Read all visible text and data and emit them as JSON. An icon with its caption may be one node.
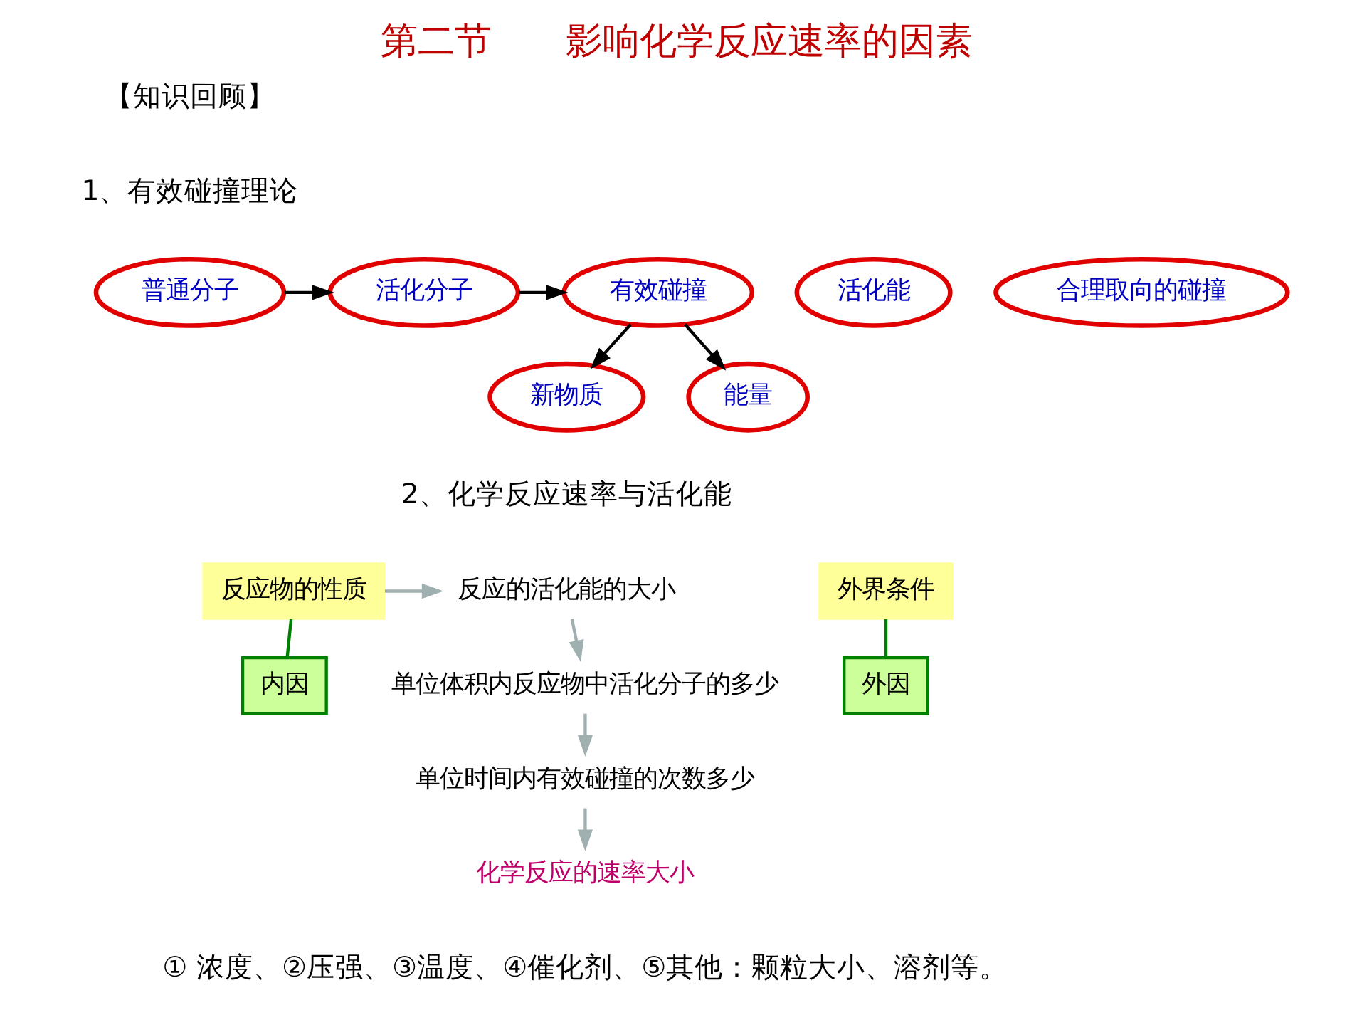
{
  "diagram": {
    "title": "第二节　　影响化学反应速率的因素",
    "nodes": [
      {
        "text": [
          "普通分子"
        ]
      },
      {
        "text": [
          "活化能"
        ]
      },
      {
        "text": [
          "活化分子"
        ]
      },
      {
        "text": [
          "合理取向的碰撞"
        ]
      },
      {
        "text": [
          "有效碰撞"
        ]
      },
      {
        "text": [
          "新物质"
        ]
      },
      {
        "text": [
          "能量"
        ]
      },
      {
        "text": [
          "反应的活化能的大小"
        ]
      },
      {
        "text": [
          "单位体积内反应物中活化分子的多少"
        ]
      },
      {
        "text": [
          "单位时间内有效碰撞的次数多少"
        ]
      },
      {
        "text": [
          "化学反应的速率大小"
        ]
      },
      {
        "text": [
          "反应物的性质"
        ]
      },
      {
        "text": [
          "内因"
        ]
      },
      {
        "text": [
          "外界条件"
        ]
      },
      {
        "text": [
          "外因"
        ]
      }
    ],
    "edges": [
      {
        "from": 0,
        "to": 2,
        "arrow": "to"
      },
      {
        "from": 2,
        "to": 4,
        "arrow": "to"
      },
      {
        "from": 4,
        "to": 5,
        "arrow": "to"
      },
      {
        "from": 4,
        "to": 6,
        "arrow": "to"
      },
      {
        "from": 11,
        "to": 7,
        "arrow": "to",
        "color": "#a0b0b0"
      },
      {
        "from": 7,
        "to": 8,
        "arrow": "to",
        "color": "#a0b0b0"
      },
      {
        "from": 8,
        "to": 9,
        "arrow": "to",
        "color": "#a0b0b0"
      },
      {
        "from": 9,
        "to": 10,
        "arrow": "to",
        "color": "#a0b0b0"
      },
      {
        "from": 12,
        "to": 11,
        "arrow": "none",
        "color": "#008000"
      },
      {
        "from": 14,
        "to": 13,
        "arrow": "none",
        "color": "#008000"
      }
    ],
    "labels": [
      "【知识回顾】",
      "1、有效碰撞理论",
      "2、化学反应速率与活化能",
      "① 浓度、②压强、③温度、④催化剂、⑤其他：颗粒大小、溶剂等。"
    ]
  }
}
